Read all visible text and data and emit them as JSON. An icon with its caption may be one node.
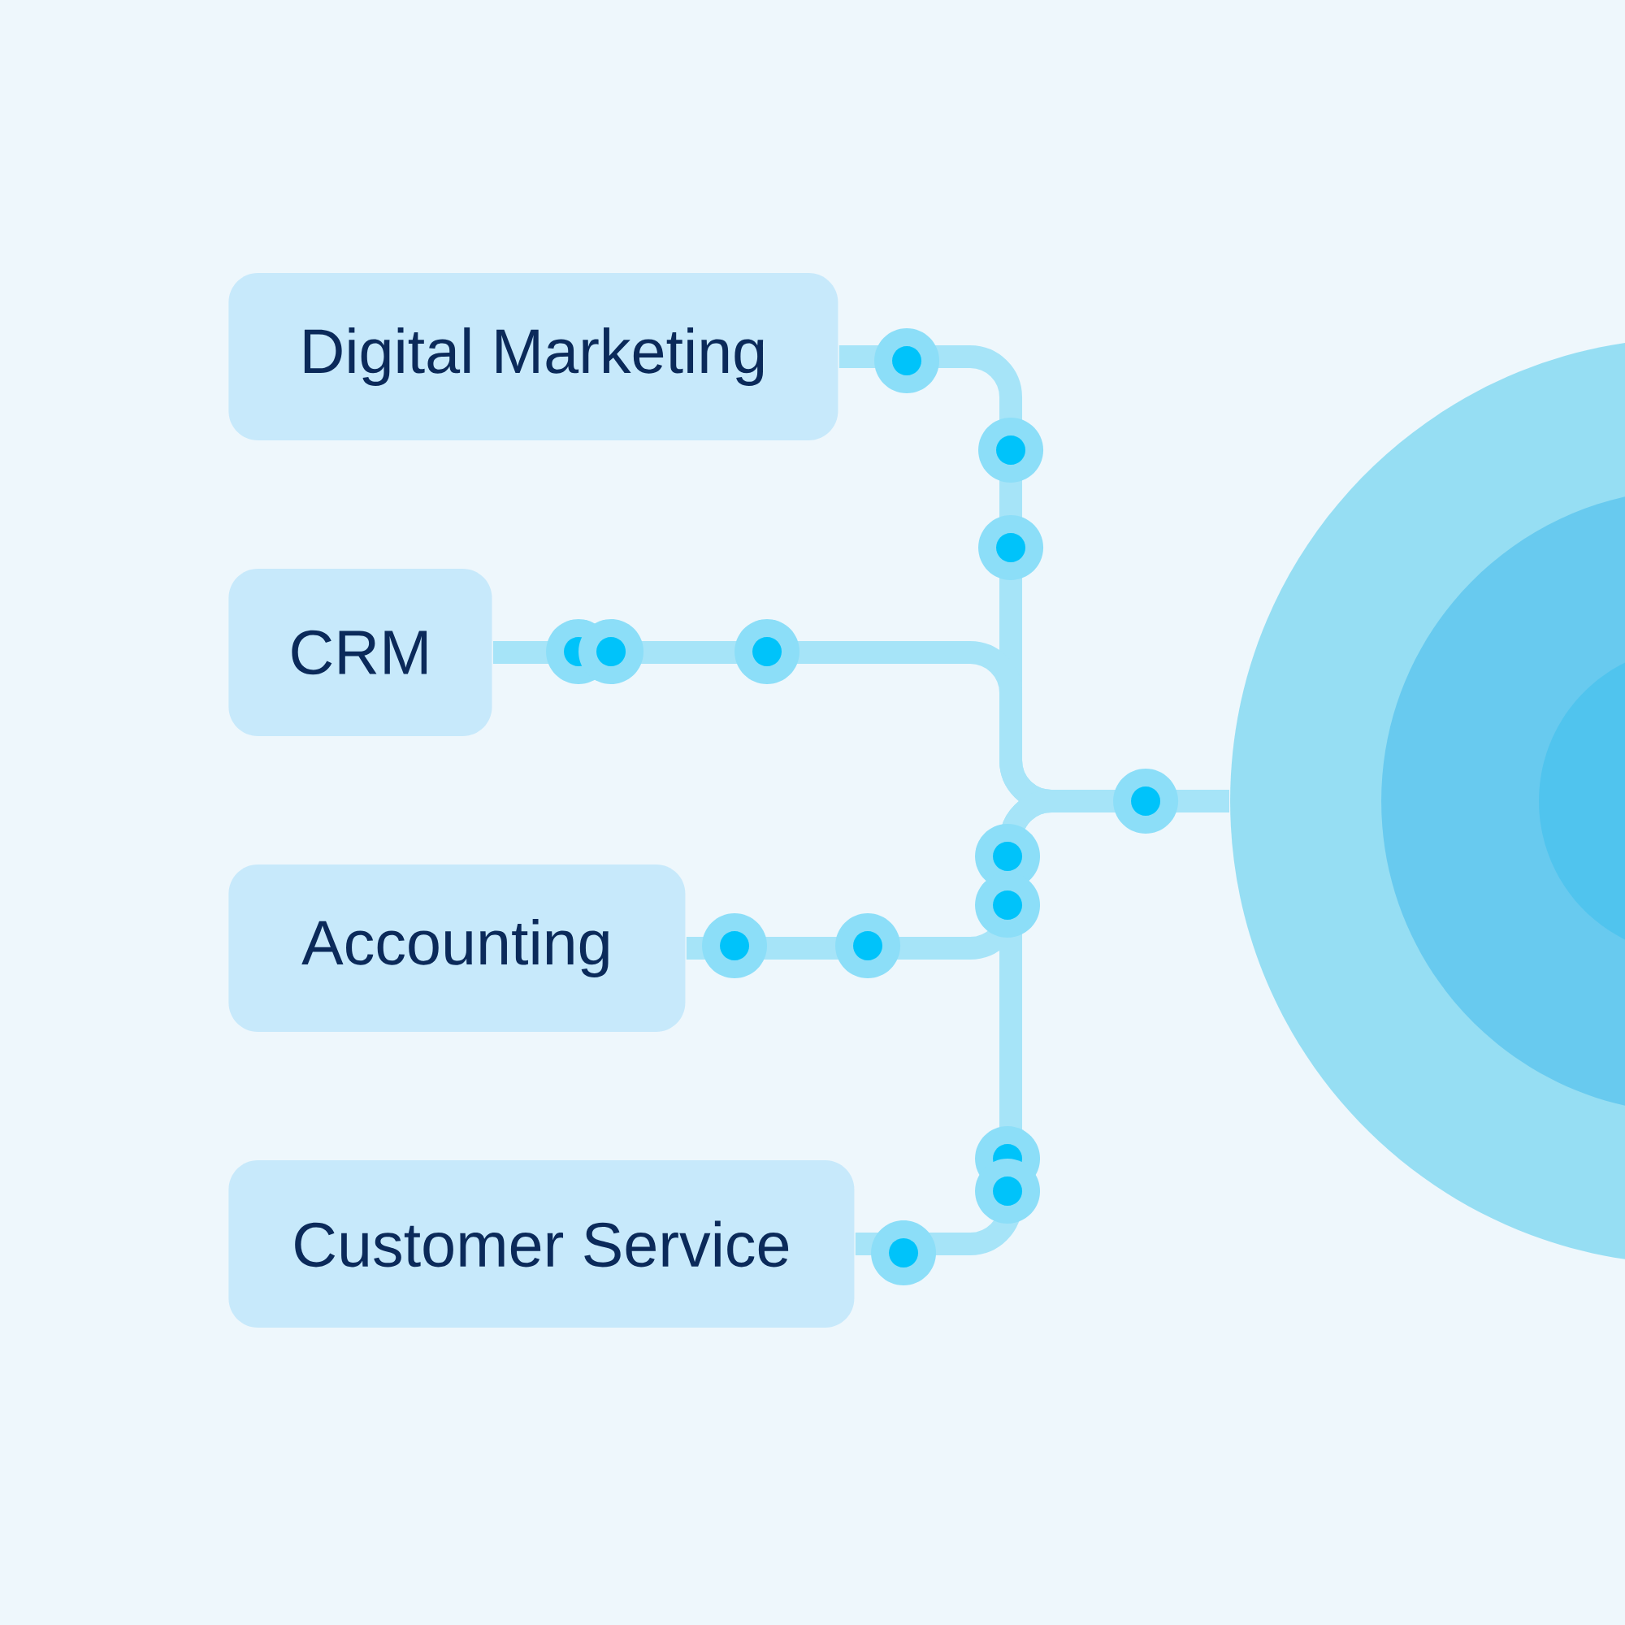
{
  "diagram": {
    "nodes": [
      {
        "text": [
          "Digital Marketing"
        ]
      },
      {
        "text": [
          "CRM"
        ]
      },
      {
        "text": [
          "Accounting"
        ]
      },
      {
        "text": [
          "Customer Service"
        ]
      },
      {
        "text": [],
        "shape": "circle"
      }
    ],
    "edges": [
      {
        "from": 0,
        "to": 4,
        "arrow": "none"
      },
      {
        "from": 1,
        "to": 4,
        "arrow": "none"
      },
      {
        "from": 2,
        "to": 4,
        "arrow": "none"
      },
      {
        "from": 3,
        "to": 4,
        "arrow": "none"
      }
    ]
  }
}
